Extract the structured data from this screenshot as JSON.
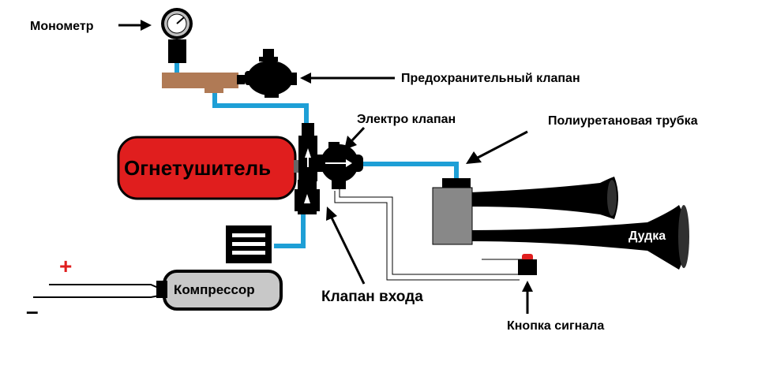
{
  "labels": {
    "manometer": "Монометр",
    "safety_valve": "Предохранительный клапан",
    "electro_valve": "Электро клапан",
    "pu_tube": "Полиуретановая трубка",
    "extinguisher": "Огнетушитель",
    "horn": "Дудка",
    "compressor": "Компрессор",
    "inlet_valve": "Клапан  входа",
    "signal_button": "Кнопка  сигнала",
    "plus": "+",
    "minus": "–"
  },
  "colors": {
    "tube": "#1e9fd6",
    "extinguisher": "#e01e1e",
    "fitting": "#b07a55",
    "horn": "#000000",
    "solenoid_body": "#888888",
    "compressor_body": "#c8c8c8",
    "button_cap": "#e01e1e",
    "plus_sign": "#e01e1e"
  },
  "icons": {
    "manometer": "pressure-gauge-icon",
    "safety_valve": "safety-valve-icon",
    "electro_valve": "solenoid-valve-icon",
    "inlet_valve": "check-valve-icon",
    "compressor": "air-compressor-icon",
    "horn": "air-horn-icon",
    "signal_button": "push-button-icon"
  }
}
